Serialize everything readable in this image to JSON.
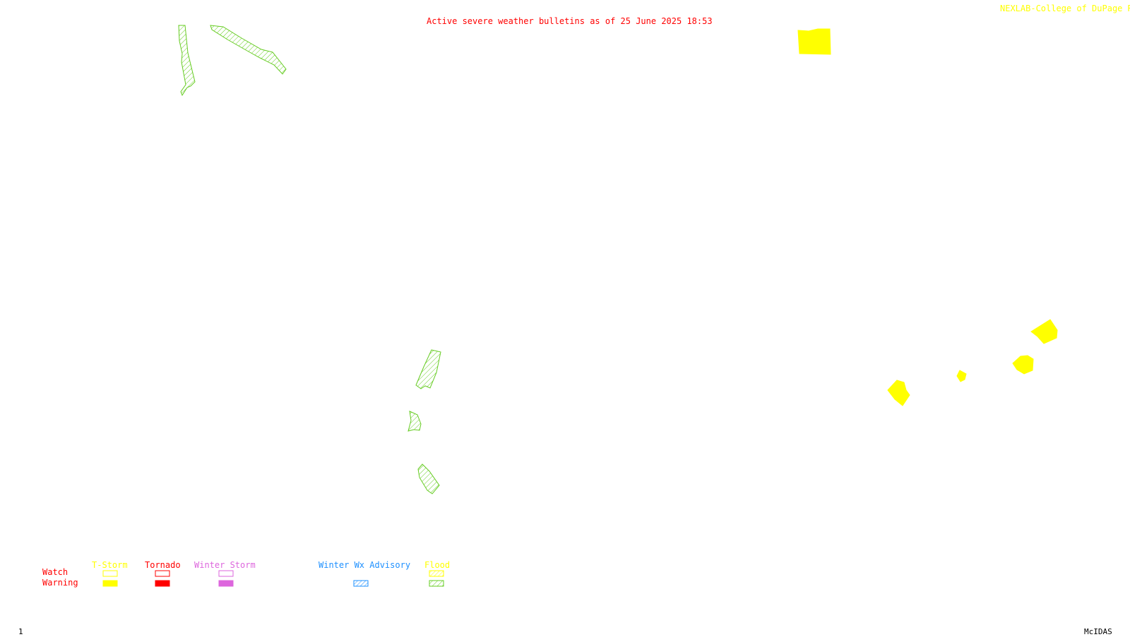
{
  "header": {
    "title": "Active severe weather bulletins as of 25 June 2025 18:53",
    "credit": "NEXLAB-College of DuPage R"
  },
  "footer": {
    "frame_number": "1",
    "software": "McIDAS"
  },
  "colors": {
    "title": "#ff0000",
    "credit": "#ffff00",
    "tstorm": "#ffff00",
    "tornado": "#ff0000",
    "winter_storm": "#dd66dd",
    "winter_advisory": "#1e90ff",
    "flood": "#66cc22"
  },
  "legend": {
    "row_labels": {
      "watch": "Watch",
      "warning": "Warning"
    },
    "categories": [
      {
        "key": "tstorm",
        "label": "T-Storm",
        "watch_style": "outline",
        "warning_style": "solid"
      },
      {
        "key": "tornado",
        "label": "Tornado",
        "watch_style": "outline",
        "warning_style": "solid"
      },
      {
        "key": "winter_storm",
        "label": "Winter Storm",
        "watch_style": "outline",
        "warning_style": "solid"
      },
      {
        "key": "winter_advisory",
        "label": "Winter Wx Advisory",
        "watch_style": "none",
        "warning_style": "hatched"
      },
      {
        "key": "flood",
        "label": "Flood",
        "watch_style": "hatched-light",
        "warning_style": "hatched"
      }
    ]
  },
  "bulletins": [
    {
      "type": "flood",
      "level": "warning",
      "area": "northwest-strip-1"
    },
    {
      "type": "flood",
      "level": "warning",
      "area": "northwest-strip-2"
    },
    {
      "type": "tstorm",
      "level": "warning",
      "area": "northeast-block"
    },
    {
      "type": "flood",
      "level": "warning",
      "area": "south-central-1"
    },
    {
      "type": "flood",
      "level": "warning",
      "area": "south-central-2"
    },
    {
      "type": "flood",
      "level": "warning",
      "area": "south-central-3"
    },
    {
      "type": "tstorm",
      "level": "warning",
      "area": "southeast-1"
    },
    {
      "type": "tstorm",
      "level": "warning",
      "area": "southeast-2"
    },
    {
      "type": "tstorm",
      "level": "warning",
      "area": "southeast-3"
    },
    {
      "type": "tstorm",
      "level": "warning",
      "area": "southeast-4"
    }
  ]
}
